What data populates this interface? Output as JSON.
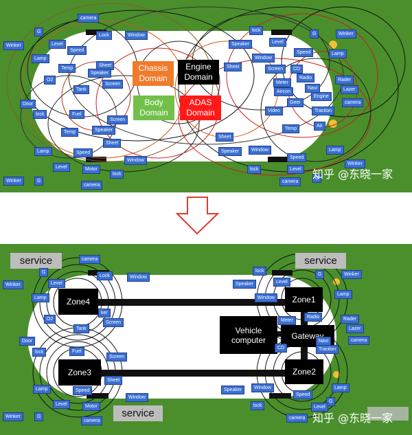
{
  "top": {
    "domains": [
      {
        "label": "Chassis\nDomain",
        "bg": "#f07b2a",
        "color": "#ffffff"
      },
      {
        "label": "Engine\nDomain",
        "bg": "#000000",
        "color": "#ffffff"
      },
      {
        "label": "Body\nDomain",
        "bg": "#72c04a",
        "color": "#ffffff"
      },
      {
        "label": "ADAS\nDomain",
        "bg": "#ff1a1a",
        "color": "#ffffff"
      }
    ],
    "tags": [
      "camera",
      "G",
      "Lock",
      "Window",
      "Winker",
      "Level",
      "Speed",
      "Lamp",
      "Sheet",
      "Temp",
      "Speaker",
      "O2",
      "Screen",
      "Tank",
      "Door",
      "lock",
      "Fuel",
      "Screen",
      "Speaker",
      "Temp",
      "Sheet",
      "Lamp",
      "Speed",
      "Window",
      "Level",
      "Motor",
      "lock",
      "Winker",
      "G",
      "camera",
      "lock",
      "G",
      "Winker",
      "Level",
      "Speaker",
      "Speed",
      "Lamp",
      "Window",
      "Sheet",
      "Screen",
      "CD",
      "Radio",
      "Meter",
      "Navi",
      "Aircon",
      "Engine",
      "Rader",
      "Lazer",
      "Geer",
      "camera",
      "Video",
      "Traction",
      "Temp",
      "Air",
      "Sheet",
      "Speaker",
      "Window",
      "Speed",
      "Lamp",
      "Winker",
      "lock",
      "Level",
      "G",
      "camera"
    ],
    "watermark": "知乎 @东晓一家"
  },
  "bottom": {
    "services": [
      "service",
      "service",
      "service"
    ],
    "zones": [
      "Zone4",
      "Zone1",
      "Zone3",
      "Zone2",
      "Gateway",
      "Vehicle\ncomputer"
    ],
    "tags": [
      "camera",
      "G",
      "Lock",
      "Window",
      "Winker",
      "Level",
      "Lamp",
      "ker",
      "Screen",
      "O2",
      "Tank",
      "Door",
      "lock",
      "Fuel",
      "Screen",
      "Sheet",
      "Lamp",
      "Speed",
      "Window",
      "Level",
      "Motor",
      "Winker",
      "G",
      "camera",
      "lock",
      "G",
      "Winker",
      "Speaker",
      "Level",
      "Window",
      "Lamp",
      "Meter",
      "Radio",
      "Rader",
      "Lazer",
      "CD",
      "camera",
      "Navi",
      "Traction",
      "Speaker",
      "Window",
      "Speed",
      "Lamp",
      "G",
      "lock",
      "Level",
      "camera"
    ],
    "watermark": "知乎 @东晓一家"
  },
  "colors": {
    "field": "#4a8f2c",
    "tag": "#3b6fd1",
    "arrow": "#e03a2a"
  }
}
